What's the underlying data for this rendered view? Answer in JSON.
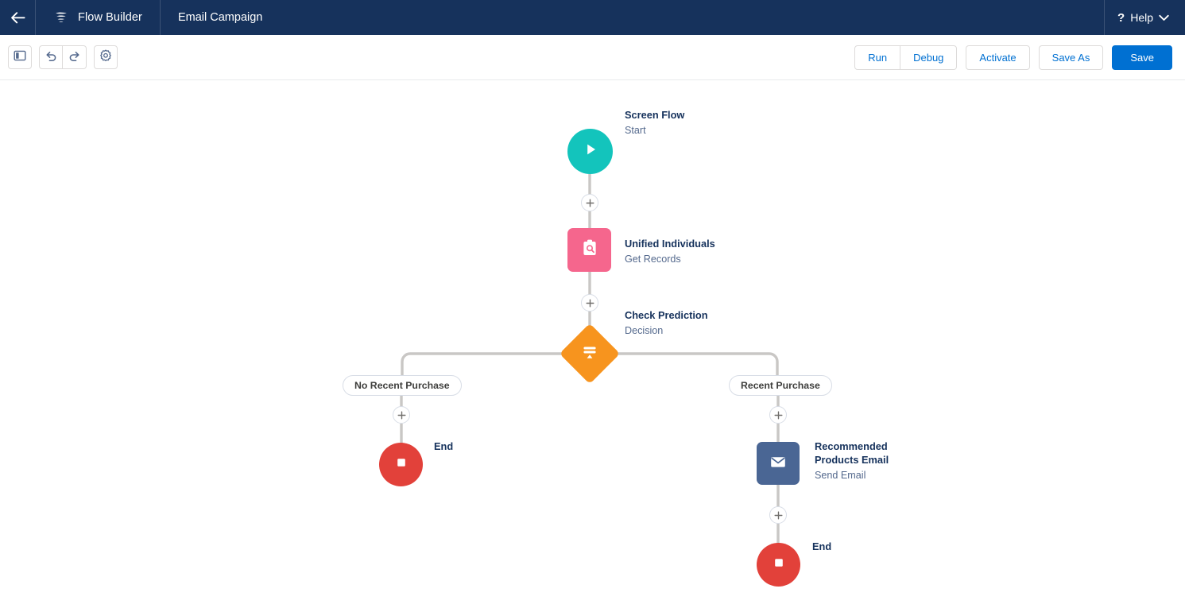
{
  "header": {
    "back_icon": "arrow-left-icon",
    "app_icon": "flow-builder-icon",
    "app_name": "Flow Builder",
    "flow_name": "Email Campaign",
    "help_label": "Help",
    "help_icon": "question-mark-icon",
    "chevron_icon": "chevron-down-icon",
    "background": "#16325c"
  },
  "toolbar": {
    "left_buttons": [
      {
        "name": "toggle-left-panel-button",
        "icon": "panel-toggle-icon"
      },
      {
        "name": "undo-button",
        "icon": "undo-icon"
      },
      {
        "name": "redo-button",
        "icon": "redo-icon"
      },
      {
        "name": "flow-settings-button",
        "icon": "gear-icon"
      }
    ],
    "run_label": "Run",
    "debug_label": "Debug",
    "activate_label": "Activate",
    "save_as_label": "Save As",
    "save_label": "Save",
    "primary_color": "#0070d2",
    "link_color": "#0070d2"
  },
  "flow": {
    "nodes": [
      {
        "id": "start",
        "name": "flow-node-start",
        "title": "Screen Flow",
        "subtitle": "Start",
        "icon": "play-icon",
        "shape": "circle",
        "color": "#13c4bc"
      },
      {
        "id": "get-records",
        "name": "flow-node-get-records",
        "title": "Unified Individuals",
        "subtitle": "Get Records",
        "icon": "clipboard-search-icon",
        "shape": "square",
        "color": "#f5668d"
      },
      {
        "id": "decision",
        "name": "flow-node-decision",
        "title": "Check Prediction",
        "subtitle": "Decision",
        "icon": "decision-filter-icon",
        "shape": "diamond",
        "color": "#f7941e"
      },
      {
        "id": "end-left",
        "name": "flow-node-end-left",
        "title": "End",
        "subtitle": "",
        "icon": "stop-icon",
        "shape": "circle",
        "color": "#e2413a"
      },
      {
        "id": "send-email",
        "name": "flow-node-send-email",
        "title": "Recommended Products Email",
        "subtitle": "Send Email",
        "icon": "envelope-icon",
        "shape": "square",
        "color": "#4a6694"
      },
      {
        "id": "end-right",
        "name": "flow-node-end-right",
        "title": "End",
        "subtitle": "",
        "icon": "stop-icon",
        "shape": "circle",
        "color": "#e2413a"
      }
    ],
    "branches": [
      {
        "id": "branch-left",
        "label": "No Recent Purchase"
      },
      {
        "id": "branch-right",
        "label": "Recent Purchase"
      }
    ],
    "add_element_icon": "plus-icon",
    "connector_color": "#c9c7c5"
  }
}
